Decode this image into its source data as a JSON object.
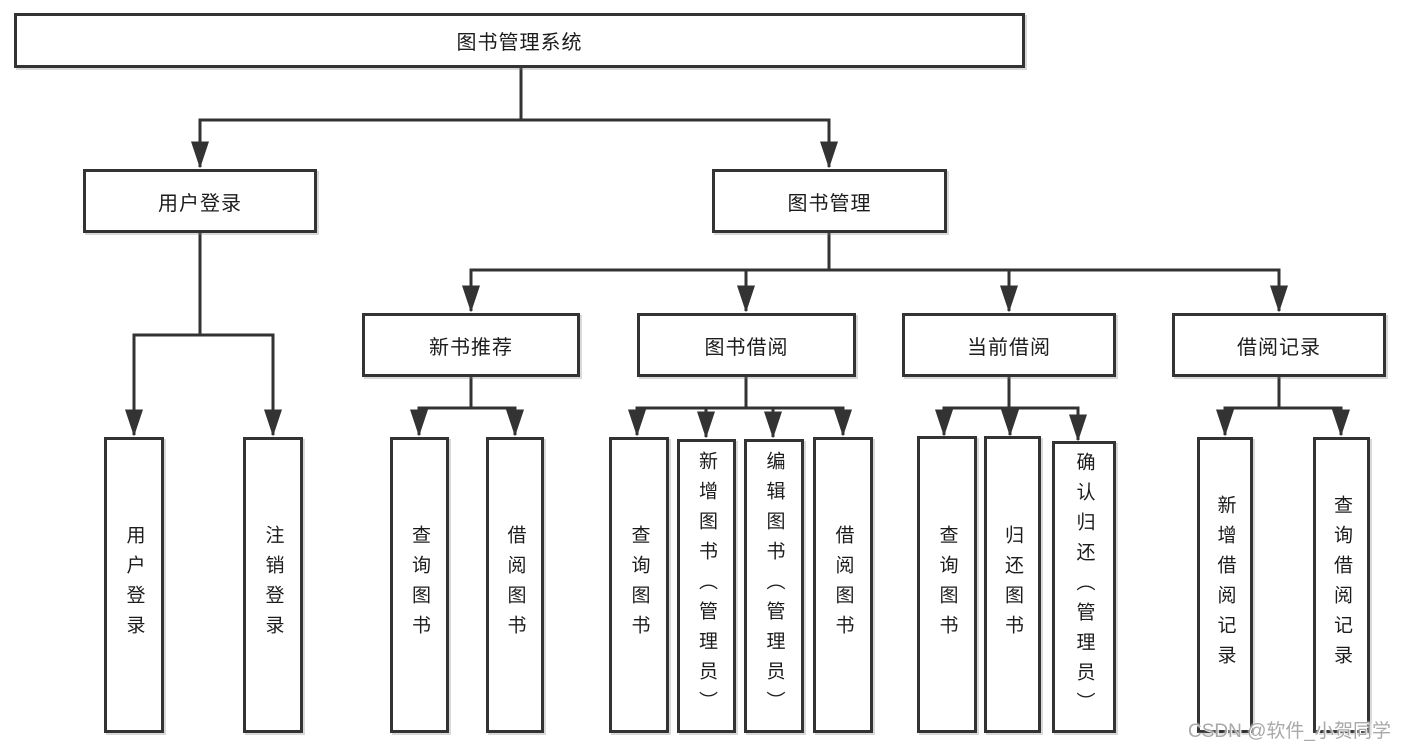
{
  "tree": {
    "label": "图书管理系统",
    "children": [
      {
        "label": "用户登录",
        "children": [
          {
            "label": "用户登录"
          },
          {
            "label": "注销登录"
          }
        ]
      },
      {
        "label": "图书管理",
        "children": [
          {
            "label": "新书推荐",
            "children": [
              {
                "label": "查询图书"
              },
              {
                "label": "借阅图书"
              }
            ]
          },
          {
            "label": "图书借阅",
            "children": [
              {
                "label": "查询图书"
              },
              {
                "label": "新增图书（管理员）"
              },
              {
                "label": "编辑图书（管理员）"
              },
              {
                "label": "借阅图书"
              }
            ]
          },
          {
            "label": "当前借阅",
            "children": [
              {
                "label": "查询图书"
              },
              {
                "label": "归还图书"
              },
              {
                "label": "确认归还（管理员）"
              }
            ]
          },
          {
            "label": "借阅记录",
            "children": [
              {
                "label": "新增借阅记录"
              },
              {
                "label": "查询借阅记录"
              }
            ]
          }
        ]
      }
    ]
  },
  "watermark": {
    "text": "CSDN @软件_小贺同学"
  },
  "colors": {
    "line": "#333333",
    "border": "#333333",
    "text": "#1c1c1c",
    "watermark": "#a9a9a9",
    "background": "#ffffff"
  }
}
